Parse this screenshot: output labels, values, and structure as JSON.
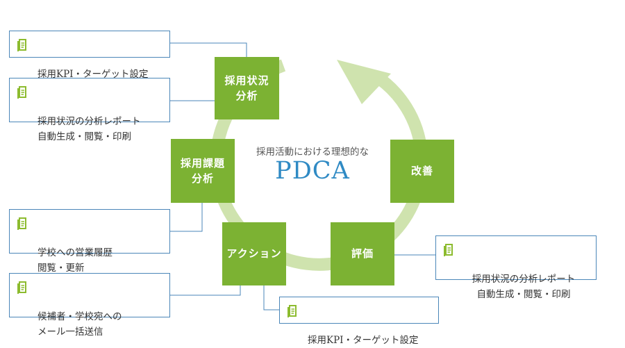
{
  "center": {
    "subtitle": "採用活動における理想的な",
    "title": "PDCA"
  },
  "steps": [
    {
      "label": "採用状況\n分析"
    },
    {
      "label": "採用課題\n分析"
    },
    {
      "label": "改善"
    },
    {
      "label": "アクション"
    },
    {
      "label": "評価"
    }
  ],
  "features": [
    {
      "text": "採用KPI・ターゲット設定",
      "icon": "document-icon"
    },
    {
      "text": "採用状況の分析レポート\n自動生成・閲覧・印刷",
      "icon": "document-icon"
    },
    {
      "text": "学校への営業履歴\n閲覧・更新",
      "icon": "document-icon"
    },
    {
      "text": "候補者・学校宛への\nメール一括送信",
      "icon": "document-icon"
    },
    {
      "text": "採用状況の分析レポート\n自動生成・閲覧・印刷",
      "icon": "document-icon"
    },
    {
      "text": "採用KPI・ターゲット設定",
      "icon": "document-icon"
    }
  ],
  "colors": {
    "step_fill": "#7cb233",
    "cycle_arrow": "#cfe3ae",
    "connector": "#4a86b8",
    "title": "#2f8ac4",
    "icon_green": "#8cbb2e"
  }
}
